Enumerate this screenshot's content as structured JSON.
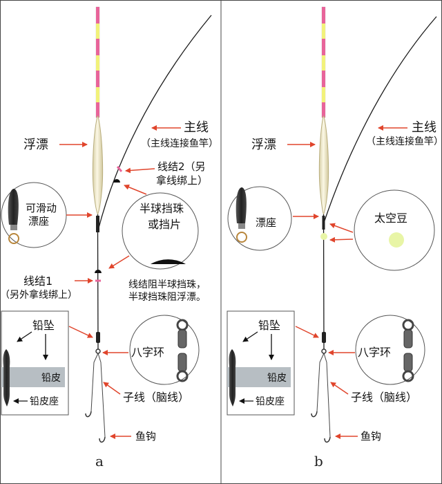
{
  "colors": {
    "arrow": "#e0452c",
    "line": "#1a1a1a",
    "float_body": "#ece6c4",
    "space_bean": "#e8f5a6",
    "sheet": "#b7bec3"
  },
  "panels": [
    {
      "letter": "a",
      "labels": {
        "float": "浮漂",
        "main_line": "主线",
        "main_line_note": "（主线连接鱼竿）",
        "knot2_a": "线结2（另",
        "knot2_b": "拿线绑上）",
        "seat_a": "可滑动",
        "seat_b": "漂座",
        "stopper_a": "半球挡珠",
        "stopper_b": "或挡片",
        "knot1": "线结1",
        "knot1_note": "（另外拿线绑上）",
        "note_a": "线结阻半球挡珠，",
        "note_b": "半球挡珠阻浮漂。",
        "sinker": "铅坠",
        "sheet": "铅皮",
        "sheet_seat": "铅皮座",
        "swivel": "八字环",
        "leader": "子线（脑线）",
        "hook": "鱼钩"
      }
    },
    {
      "letter": "b",
      "labels": {
        "float": "浮漂",
        "main_line": "主线",
        "main_line_note": "（主线连接鱼竿）",
        "seat": "漂座",
        "bean": "太空豆",
        "sinker": "铅坠",
        "sheet": "铅皮",
        "sheet_seat": "铅皮座",
        "swivel": "八字环",
        "leader": "子线（脑线）",
        "hook": "鱼钩"
      }
    }
  ]
}
